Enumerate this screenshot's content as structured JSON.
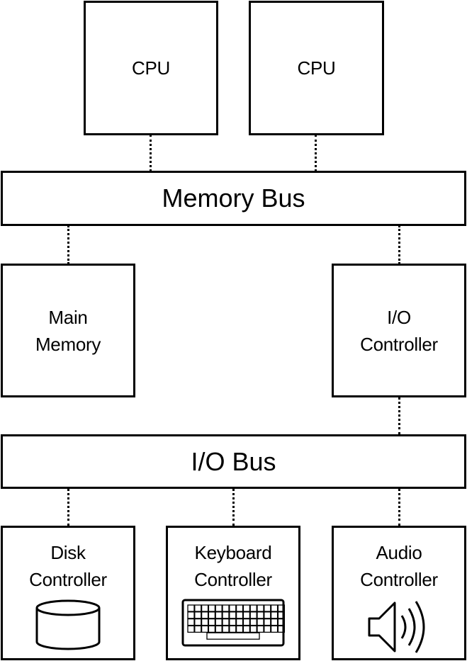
{
  "nodes": {
    "cpu_1": [
      "CPU"
    ],
    "cpu_2": [
      "CPU"
    ],
    "memory_bus": [
      "Memory Bus"
    ],
    "main_memory": [
      "Main",
      "Memory"
    ],
    "io_controller": [
      "I/O",
      "Controller"
    ],
    "io_bus": [
      "I/O Bus"
    ],
    "disk_controller": [
      "Disk",
      "Controller"
    ],
    "keyboard_controller": [
      "Keyboard",
      "Controller"
    ],
    "audio_controller": [
      "Audio",
      "Controller"
    ]
  },
  "icons": {
    "disk": "disk-cylinder-icon",
    "keyboard": "keyboard-icon",
    "audio": "speaker-icon"
  },
  "edges": [
    [
      "cpu_1",
      "memory_bus"
    ],
    [
      "cpu_2",
      "memory_bus"
    ],
    [
      "memory_bus",
      "main_memory"
    ],
    [
      "memory_bus",
      "io_controller"
    ],
    [
      "io_controller",
      "io_bus"
    ],
    [
      "io_bus",
      "disk_controller"
    ],
    [
      "io_bus",
      "keyboard_controller"
    ],
    [
      "io_bus",
      "audio_controller"
    ]
  ]
}
